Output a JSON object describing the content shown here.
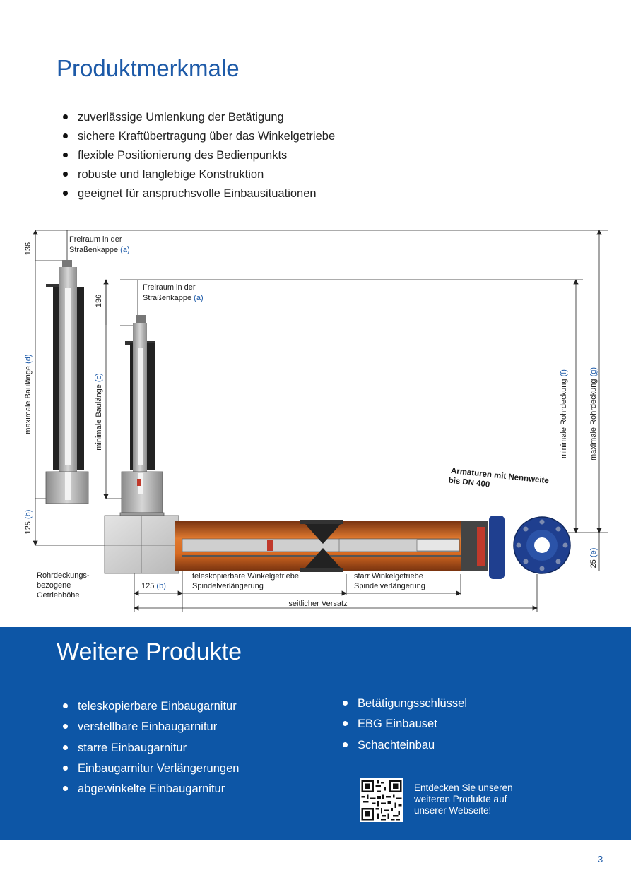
{
  "header": {
    "title": "Produktmerkmale"
  },
  "features": [
    "zuverlässige Umlenkung der Betätigung",
    "sichere Kraftübertragung über das Winkelgetriebe",
    "flexible Positionierung des Bedienpunkts",
    "robuste und langlebige Konstruktion",
    "geeignet für anspruchsvolle Einbausituationen"
  ],
  "diagram": {
    "dim_136": "136",
    "dim_125": "125",
    "dim_25": "25",
    "ref_a": "(a)",
    "ref_b": "(b)",
    "ref_c": "(c)",
    "ref_d": "(d)",
    "ref_e": "(e)",
    "ref_f": "(f)",
    "ref_g": "(g)",
    "freiraum_line1": "Freiraum in der",
    "freiraum_line2": "Straßenkappe",
    "max_baulaenge": "maximale Baulänge",
    "min_baulaenge": "minimale Baulänge",
    "min_rohrdeckung": "minimale Rohrdeckung",
    "max_rohrdeckung": "maximale Rohrdeckung",
    "armaturen_line1": "Armaturen mit Nennweite",
    "armaturen_line2": "bis DN 400",
    "rohrdeckung_line1": "Rohrdeckungs-",
    "rohrdeckung_line2": "bezogene",
    "rohrdeckung_line3": "Getriebhöhe",
    "tele_line1": "teleskopierbare Winkelgetriebe",
    "tele_line2": "Spindelverlängerung",
    "starr_line1": "starr Winkelgetriebe",
    "starr_line2": "Spindelverlängerung",
    "seitlicher_versatz": "seitlicher Versatz"
  },
  "more_products": {
    "title": "Weitere Produkte",
    "left": [
      "teleskopierbare Einbaugarnitur",
      "verstellbare Einbaugarnitur",
      "starre Einbaugarnitur",
      "Einbaugarnitur Verlängerungen",
      "abgewinkelte Einbaugarnitur"
    ],
    "right": [
      "Betätigungsschlüssel",
      "EBG Einbauset",
      "Schachteinbau"
    ],
    "qr_text": "Entdecken Sie unseren weiteren Produkte auf unserer Webseite!"
  },
  "page_number": "3",
  "colors": {
    "accent": "#1d5aa8",
    "band": "#0d56a6",
    "pipe": "#d4641c",
    "flange": "#1f3f8f"
  }
}
